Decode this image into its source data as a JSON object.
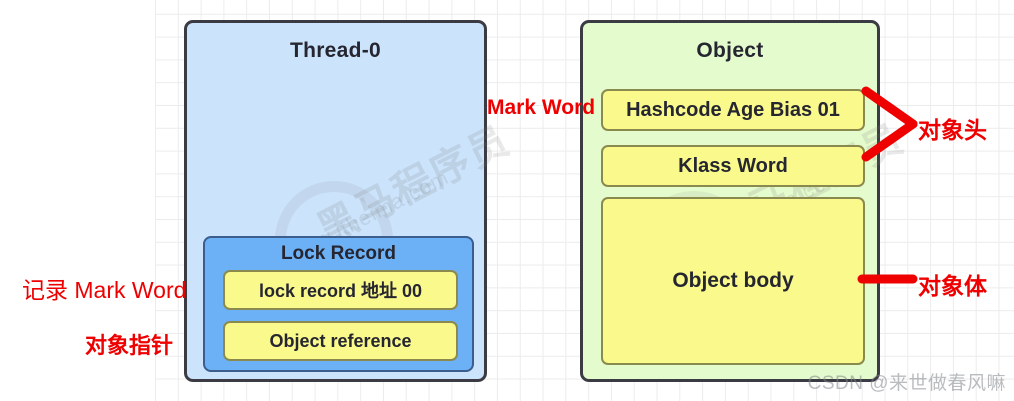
{
  "diagram": {
    "title_thread": "Thread-0",
    "title_object": "Object",
    "lock_record_title": "Lock Record",
    "lock_record_slots": [
      "lock  record 地址 00",
      "Object reference"
    ],
    "object_slots": [
      "Hashcode Age Bias 01",
      "Klass Word",
      "Object body"
    ],
    "annotations": {
      "mark_word": "Mark Word",
      "record_mark_word": "记录 Mark Word",
      "object_pointer": "对象指针",
      "object_header": "对象头",
      "object_body": "对象体"
    },
    "watermarks": {
      "heima": "黑马程序员",
      "url": "www.itheima.com",
      "csdn": "CSDN @来世做春风嘛"
    },
    "colors": {
      "thread_bg": "#cbe3fb",
      "object_bg": "#e4fbcd",
      "slot_bg": "#fafa8c",
      "lock_record_bg": "#6cb0f5",
      "border": "#3b3b43",
      "annotation_red": "#ee0000"
    }
  }
}
